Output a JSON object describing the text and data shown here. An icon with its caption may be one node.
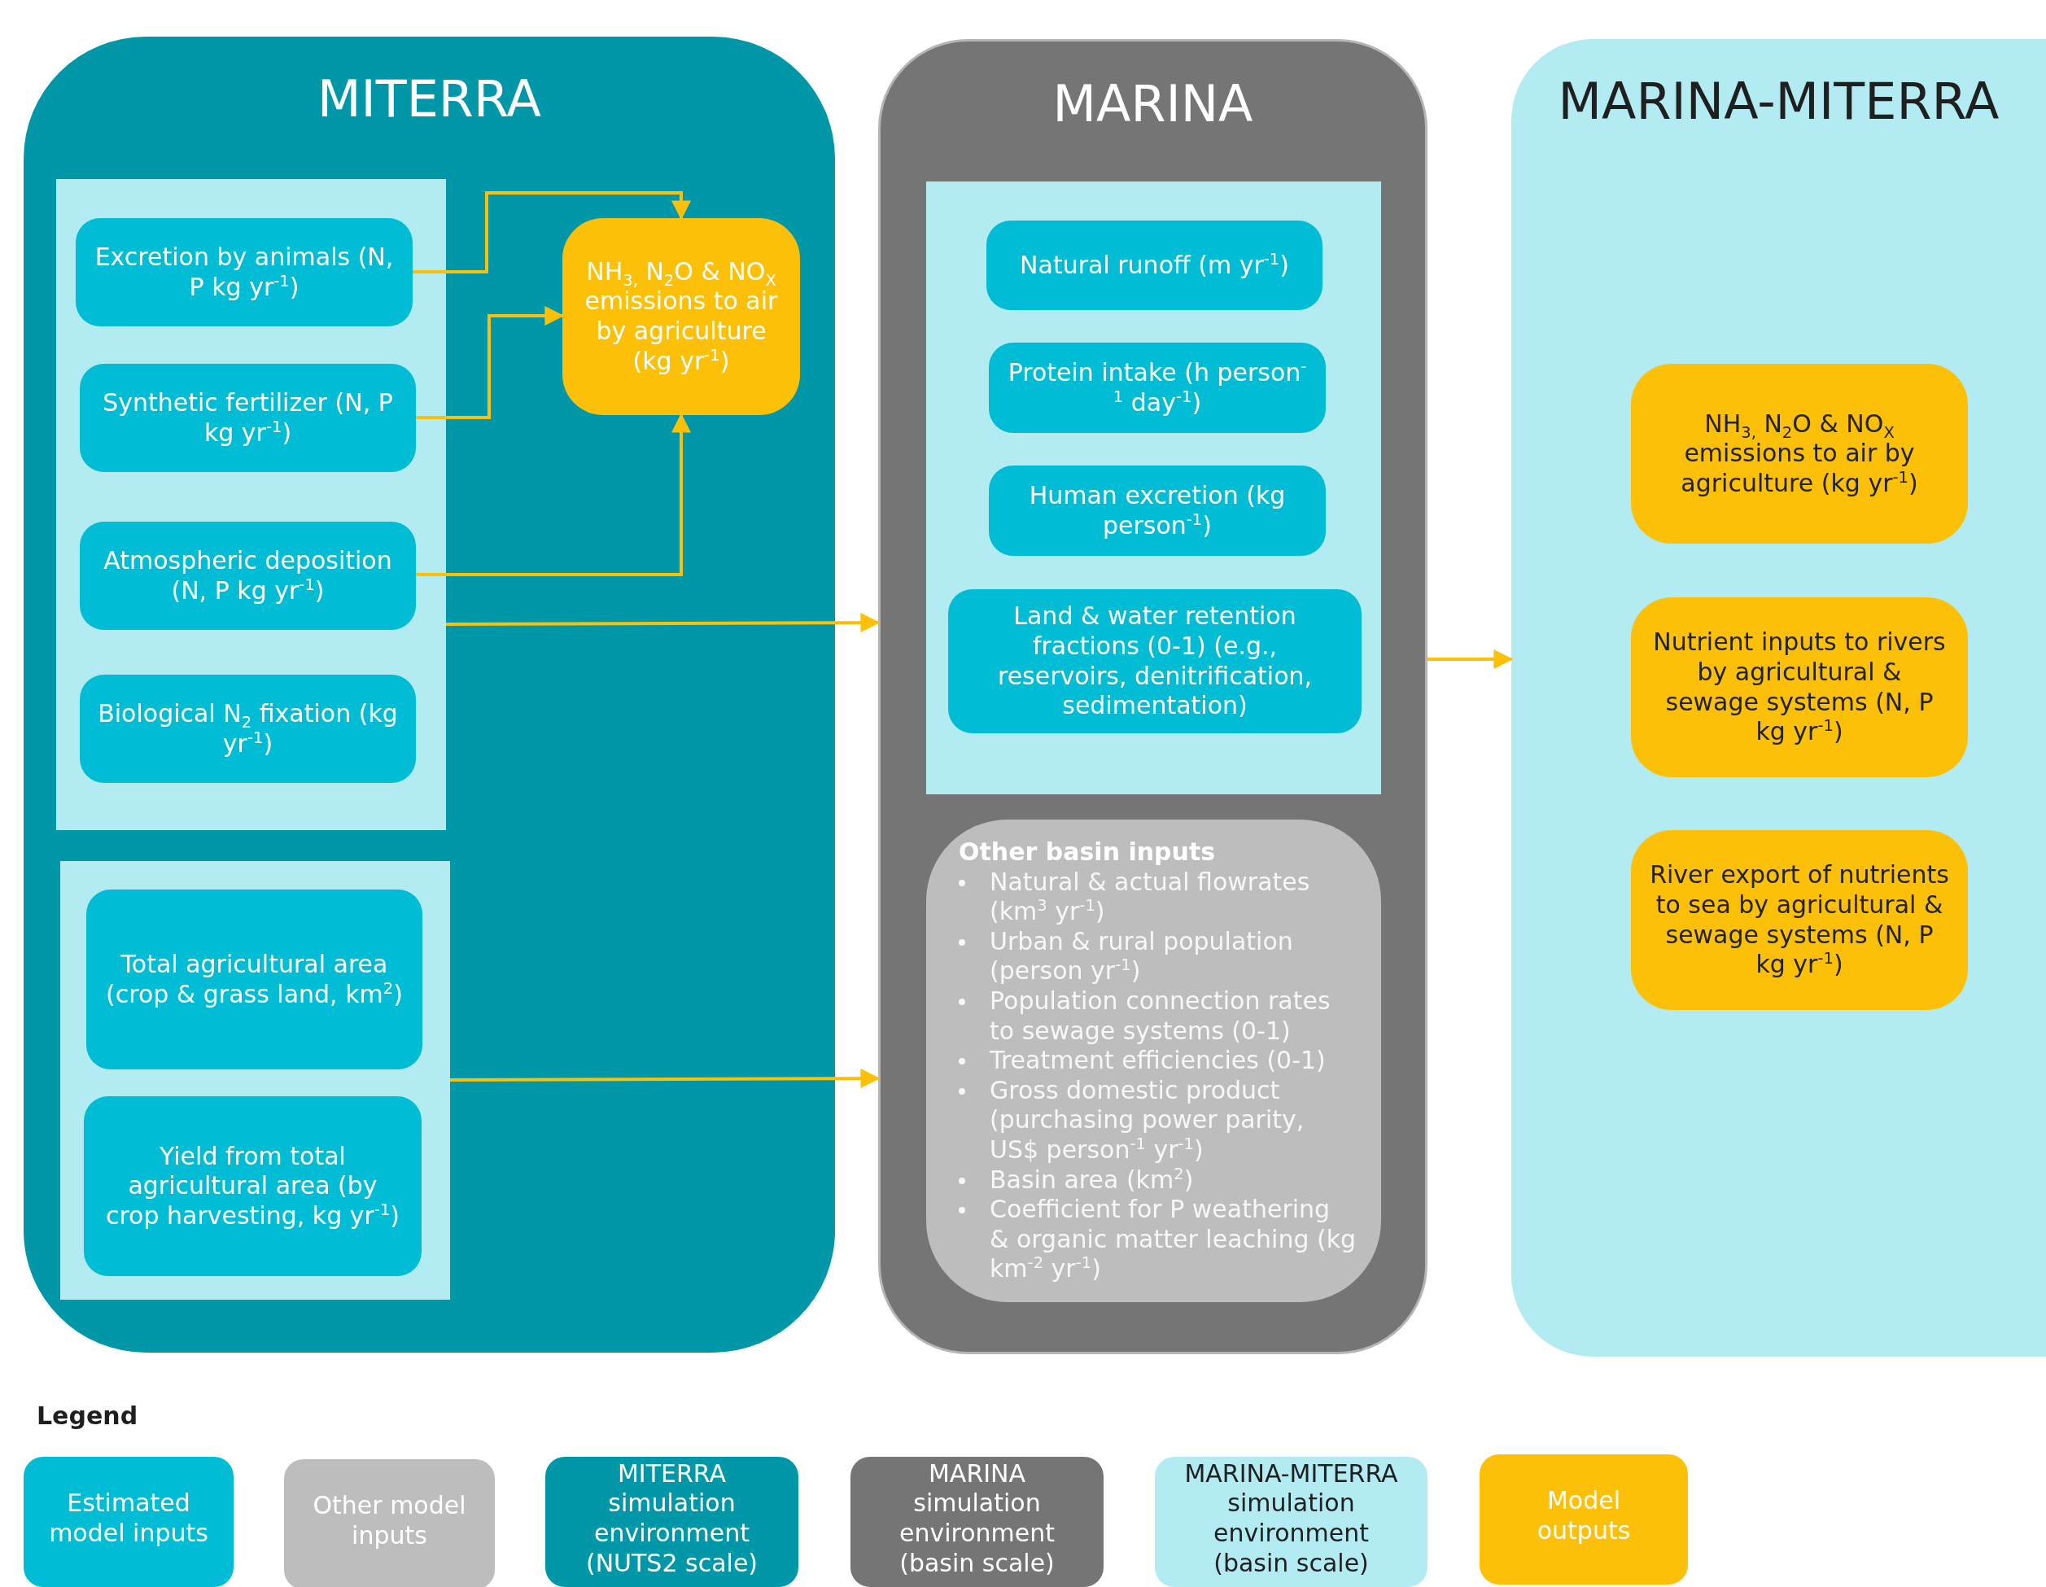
{
  "diagram": {
    "nodes": [
      {
        "text": [
          "MITERRA"
        ]
      },
      {
        "text": [],
        "shape": "box",
        "in": 0
      },
      {
        "text": [
          "Excretion by animals (N, P kg yr$^{-1}$)"
        ],
        "in": 1
      },
      {
        "text": [
          "Synthetic fertilizer (N, P kg yr$^{-1}$)"
        ],
        "in": 1
      },
      {
        "text": [
          "Atmospheric deposition (N, P kg yr$^{-1}$)"
        ],
        "in": 1
      },
      {
        "text": [
          "Biological N$_{2}$ fixation (kg yr$^{-1}$)"
        ],
        "in": 1
      },
      {
        "text": [
          "NH$_{3,}$ N$_{2}$O & NO$_{X}$ emissions to air by agriculture (kg yr$^{-1}$)"
        ],
        "in": 0
      },
      {
        "text": [],
        "shape": "box",
        "in": 0
      },
      {
        "text": [
          "Total agricultural area (crop & grass land, km$^{2}$)"
        ],
        "in": 7
      },
      {
        "text": [
          "Yield from total agricultural area (by crop harvesting, kg yr$^{-1}$)"
        ],
        "in": 7
      },
      {
        "text": [
          "MARINA"
        ]
      },
      {
        "text": [],
        "shape": "box",
        "in": 10
      },
      {
        "text": [
          "Natural runoff (m yr$^{-1}$)"
        ],
        "in": 11
      },
      {
        "text": [
          "Protein intake (h person$^{-1}$ day$^{-1}$)"
        ],
        "in": 11
      },
      {
        "text": [
          "Human excretion (kg person$^{-1}$)"
        ],
        "in": 11
      },
      {
        "text": [
          "Land & water retention fractions (0-1) (e.g., reservoirs, denitrification, sedimentation)"
        ],
        "in": 11
      },
      {
        "text": [
          "Other basin inputs",
          "Natural & actual flowrates (km$^{3}$ yr$^{-1}$)",
          "Urban & rural population (person yr$^{-1}$)",
          "Population connection rates to sewage systems (0-1)",
          "Treatment efficiencies (0-1)",
          "Gross domestic product (purchasing power parity, US$ person$^{-1}$ yr$^{-1}$)",
          "Basin area (km$^{2}$)",
          "Coefficient for P weathering & organic matter leaching (kg km$^{-2}$ yr$^{-1}$)"
        ],
        "in": 10
      },
      {
        "text": [
          "MARINA-MITERRA"
        ]
      },
      {
        "text": [
          "NH$_{3,}$ N$_{2}$O & NO$_{X}$ emissions to air by agriculture (kg yr$^{-1}$)"
        ],
        "in": 17
      },
      {
        "text": [
          "Nutrient inputs to rivers by agricultural & sewage systems (N, P kg yr$^{-1}$)"
        ],
        "in": 17
      },
      {
        "text": [
          "River export of nutrients to sea by agricultural & sewage systems (N, P kg yr$^{-1}$)"
        ],
        "in": 17
      }
    ],
    "edges": [
      {
        "from": 2,
        "to": 6,
        "arrow": "to"
      },
      {
        "from": 3,
        "to": 6,
        "arrow": "to"
      },
      {
        "from": 4,
        "to": 6,
        "arrow": "to"
      },
      {
        "from": 1,
        "to": 10,
        "arrow": "to"
      },
      {
        "from": 7,
        "to": 10,
        "arrow": "to"
      },
      {
        "from": 10,
        "to": 17,
        "arrow": "to"
      }
    ],
    "labels": [
      "Legend"
    ],
    "legend": [
      {
        "text": "Estimated model inputs",
        "color": "#00bcd4"
      },
      {
        "text": "Other model inputs",
        "color": "#bdbdbd"
      },
      {
        "text": "MITERRA simulation environment (NUTS2 scale)",
        "color": "#0098a8"
      },
      {
        "text": "MARINA simulation environment (basin scale)",
        "color": "#757575"
      },
      {
        "text": "MARINA-MITERRA simulation environment (basin scale)",
        "color": "#b2ebf2"
      },
      {
        "text": "Model outputs",
        "color": "#fcc009"
      }
    ]
  }
}
